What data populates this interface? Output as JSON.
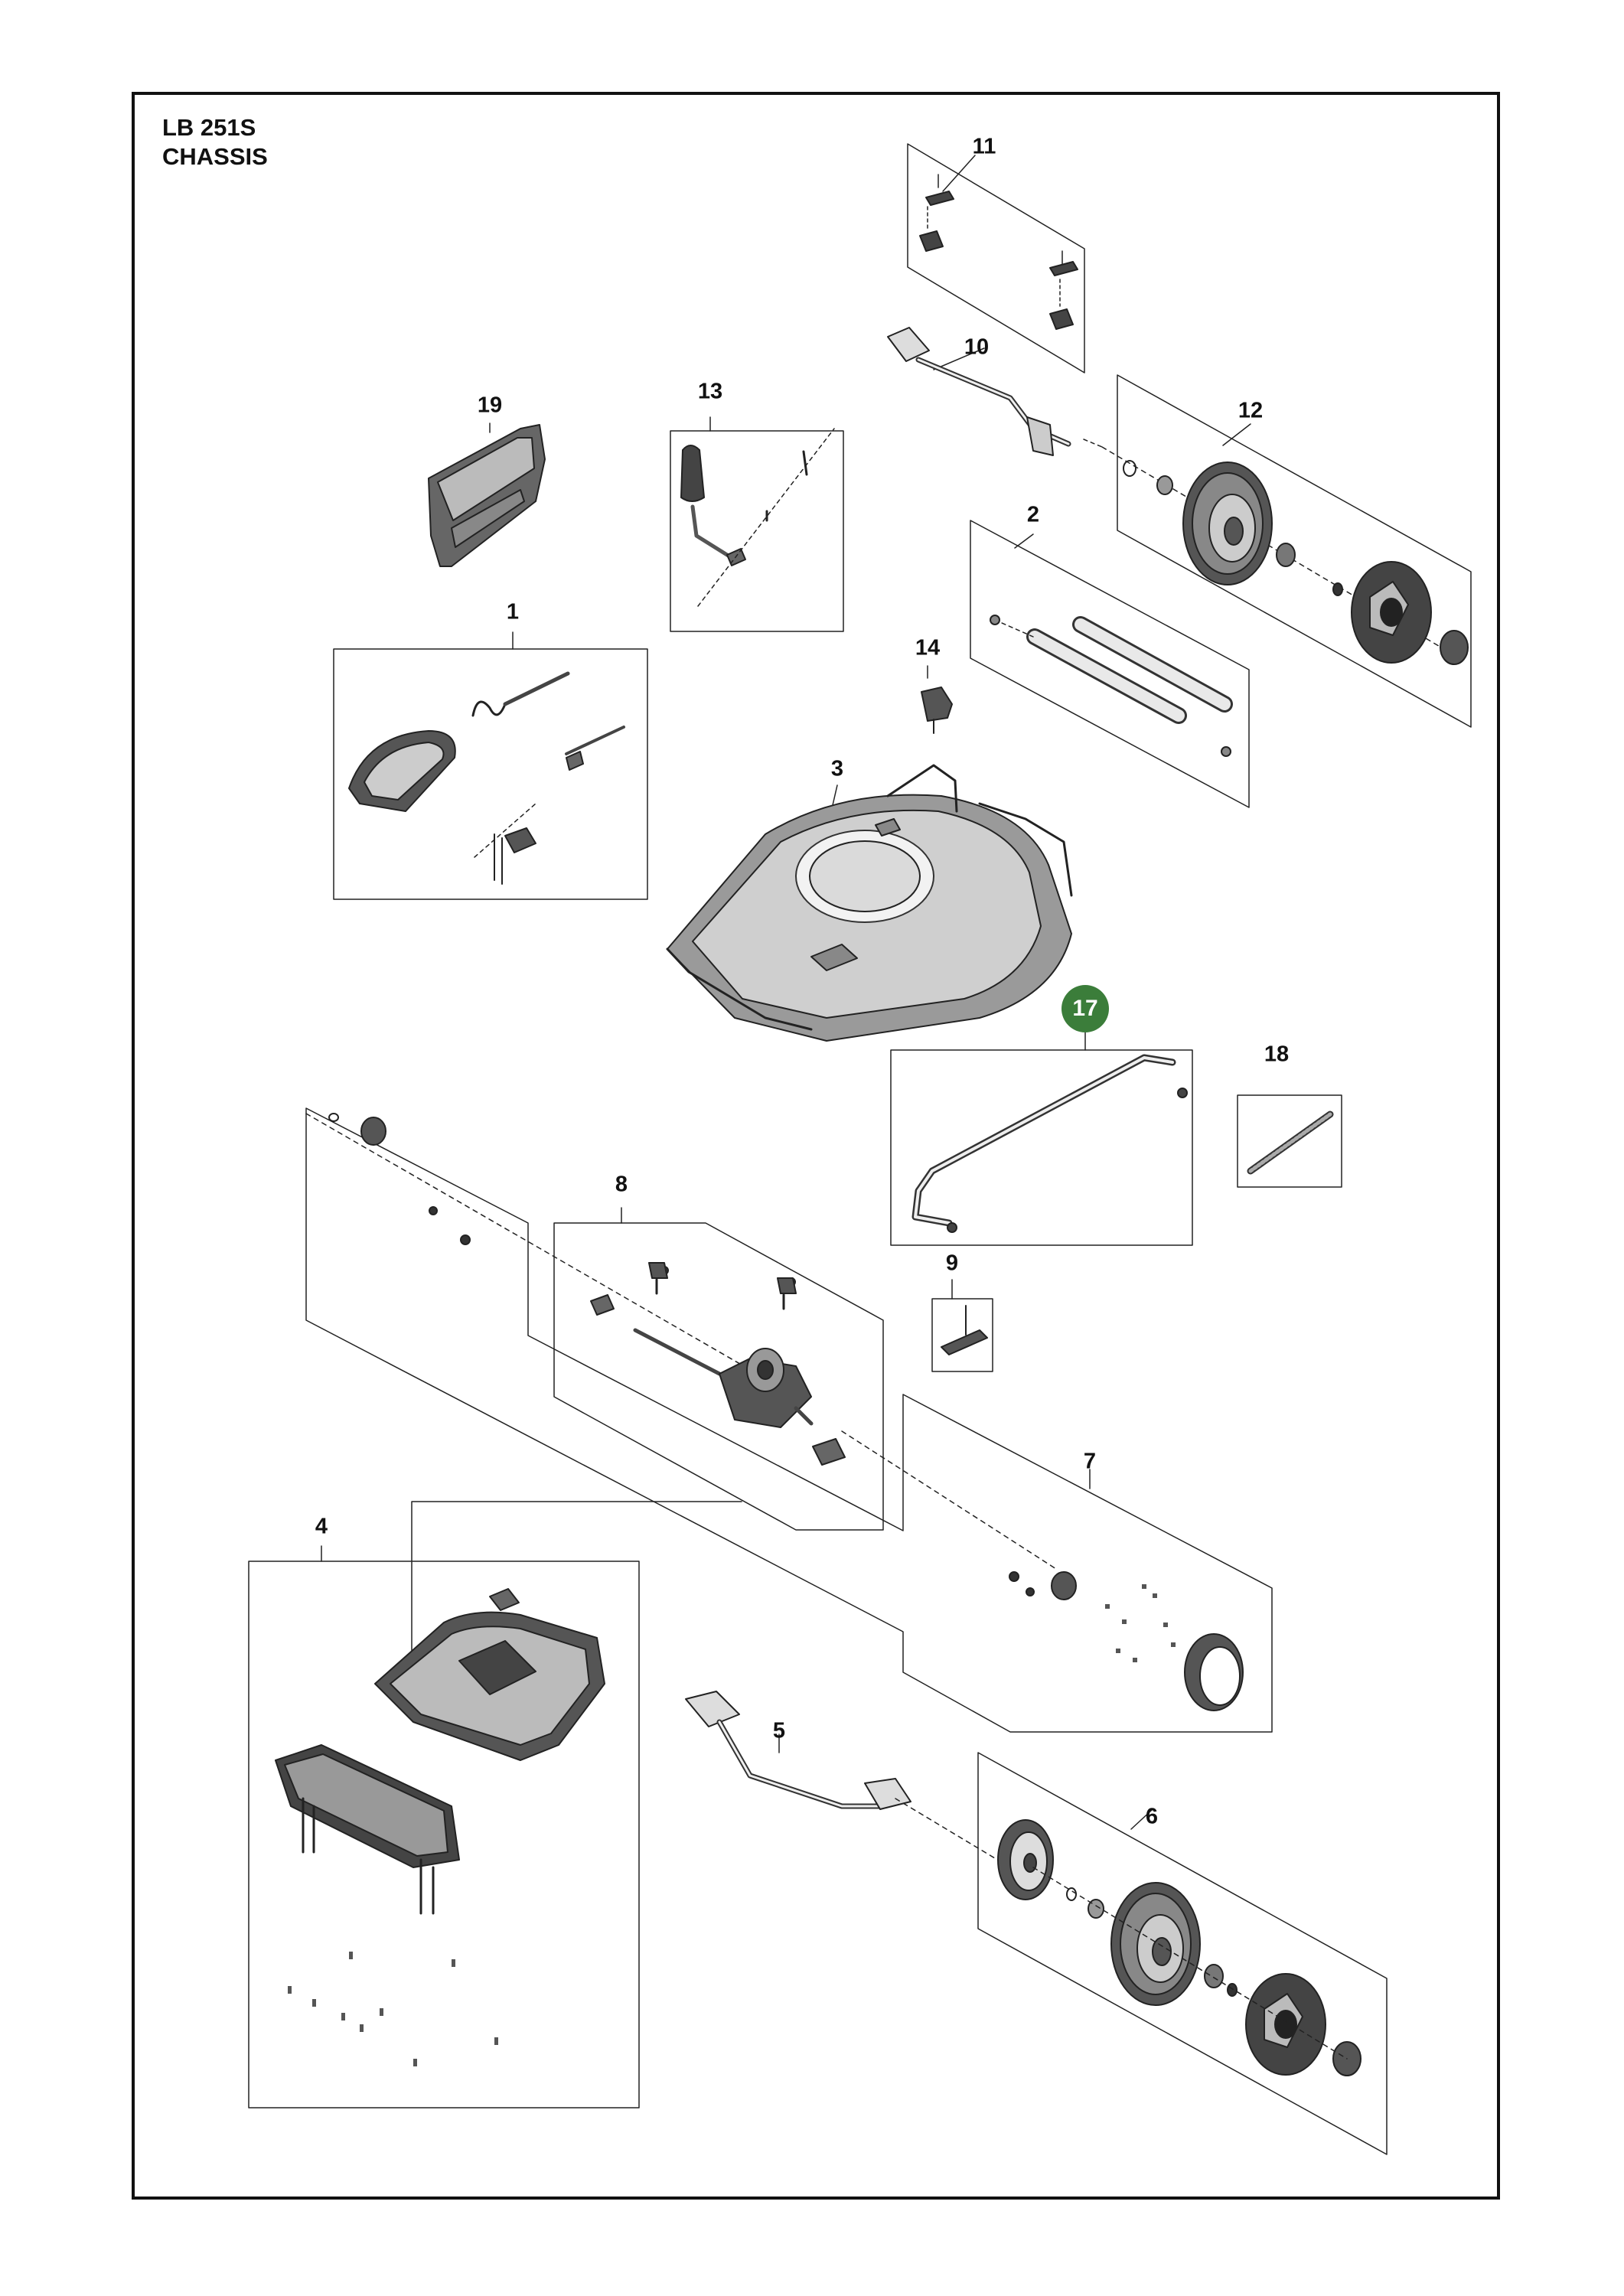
{
  "title": {
    "line1": "LB 251S",
    "line2": "CHASSIS"
  },
  "highlight_color": "#3b7d3a",
  "parts": [
    {
      "id": "1",
      "label": "1",
      "name": "handle-mount-assembly"
    },
    {
      "id": "2",
      "label": "2",
      "name": "axle-rods"
    },
    {
      "id": "3",
      "label": "3",
      "name": "deck-chassis"
    },
    {
      "id": "4",
      "label": "4",
      "name": "rear-cover"
    },
    {
      "id": "5",
      "label": "5",
      "name": "rear-height-adjuster"
    },
    {
      "id": "6",
      "label": "6",
      "name": "rear-wheel-assembly"
    },
    {
      "id": "7",
      "label": "7",
      "name": "drive-gear-kit"
    },
    {
      "id": "8",
      "label": "8",
      "name": "gearbox-assembly"
    },
    {
      "id": "9",
      "label": "9",
      "name": "bracket"
    },
    {
      "id": "10",
      "label": "10",
      "name": "front-height-adjuster"
    },
    {
      "id": "11",
      "label": "11",
      "name": "height-lever-clips"
    },
    {
      "id": "12",
      "label": "12",
      "name": "front-wheel-assembly"
    },
    {
      "id": "13",
      "label": "13",
      "name": "height-lever"
    },
    {
      "id": "14",
      "label": "14",
      "name": "clip"
    },
    {
      "id": "17",
      "label": "17",
      "name": "rod",
      "highlighted": true
    },
    {
      "id": "18",
      "label": "18",
      "name": "spring"
    },
    {
      "id": "19",
      "label": "19",
      "name": "grass-deflector"
    }
  ]
}
